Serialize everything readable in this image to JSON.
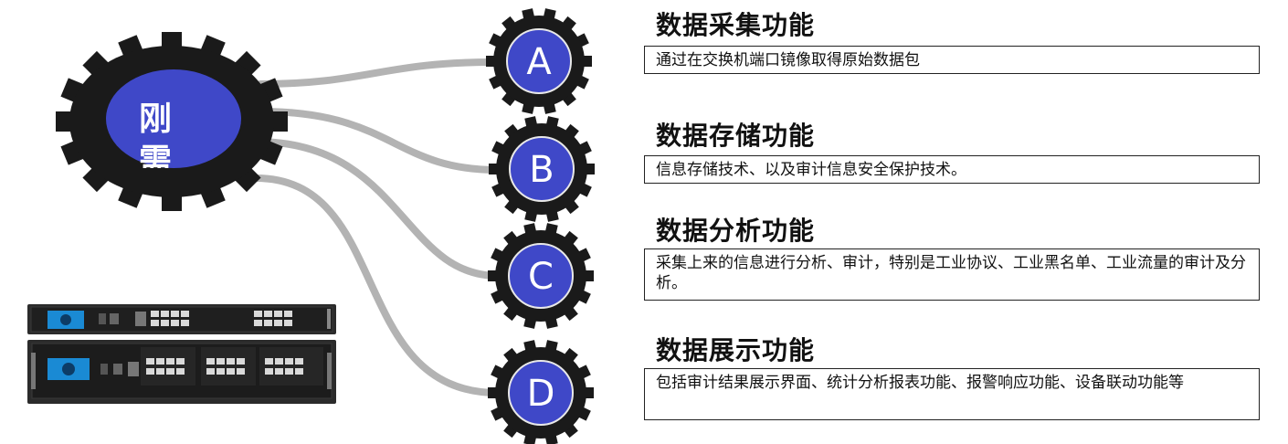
{
  "hub": {
    "label_line1": "刚",
    "label_line2": "需"
  },
  "nodes": [
    {
      "letter": "A",
      "title": "数据采集功能",
      "description": "通过在交换机端口镜像取得原始数据包"
    },
    {
      "letter": "B",
      "title": "数据存储功能",
      "description": "信息存储技术、以及审计信息安全保护技术。"
    },
    {
      "letter": "C",
      "title": "数据分析功能",
      "description": "采集上来的信息进行分析、审计，特别是工业协议、工业黑名单、工业流量的审计及分析。"
    },
    {
      "letter": "D",
      "title": "数据展示功能",
      "description": "包括审计结果展示界面、统计分析报表功能、报警响应功能、设备联动功能等"
    }
  ],
  "colors": {
    "gear": "#1a1a1a",
    "fill": "#3f48c8",
    "connector": "#b3b3b3",
    "border": "#222222"
  }
}
